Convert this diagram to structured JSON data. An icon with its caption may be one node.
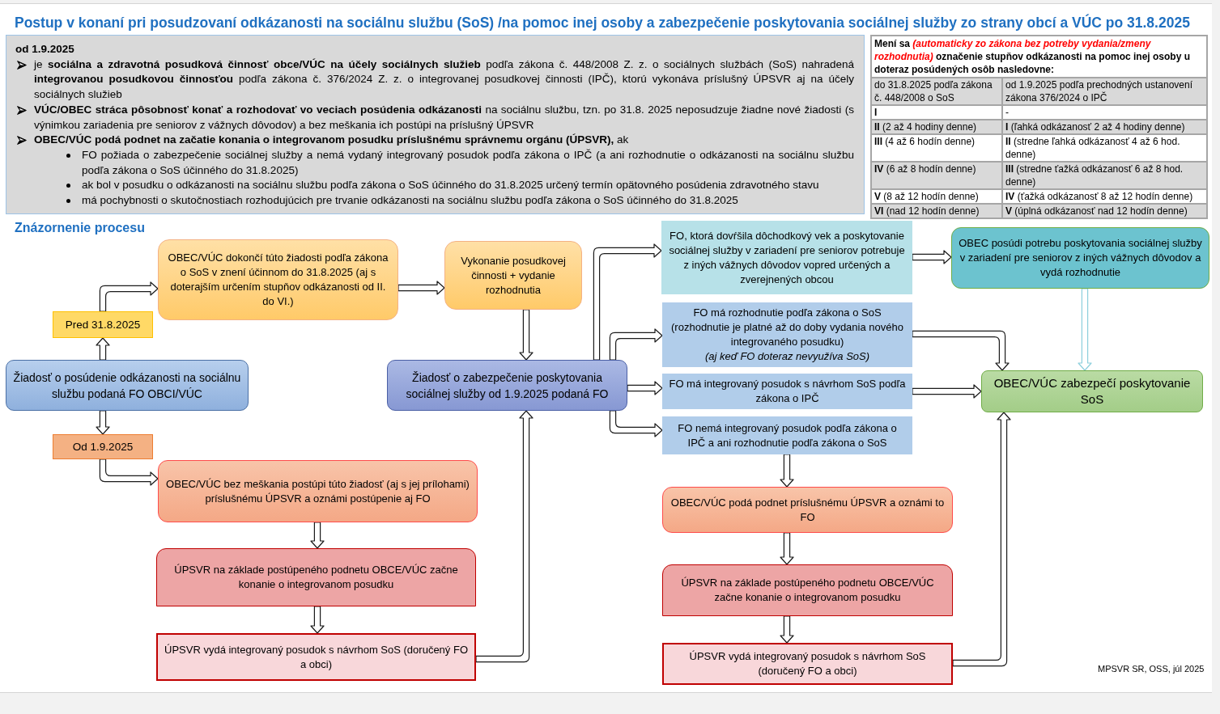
{
  "diagram": {
    "title": "Postup v konaní pri posudzovaní odkázanosti na sociálnu službu (SoS) /na pomoc inej osoby a zabezpečenie poskytovania sociálnej služby zo strany obcí a VÚC po 31.8.2025",
    "nodes": [
      {
        "text": [
          "od 1.9.2025",
          "je **sociálna a zdravotná posudková činnosť obce/VÚC na účely sociálnych služieb** podľa zákona č. 448/2008 Z. z. o sociálnych službách (SoS) nahradená **integrovanou posudkovou činnosťou** podľa zákona č. 376/2024 Z. z. o integrovanej posudkovej činnosti (IPČ), ktorú vykonáva príslušný ÚPSVR aj na účely sociálnych služieb",
          "**VÚC/OBEC stráca pôsobnosť konať a rozhodovať vo veciach posúdenia odkázanosti** na sociálnu službu, tzn. po 31.8. 2025 neposudzuje žiadne nové žiadosti (s výnimkou zariadenia pre seniorov z vážnych dôvodov) a bez meškania ich postúpi na príslušný ÚPSVR",
          "**OBEC/VÚC podá podnet na začatie konania o integrovanom posudku príslušnému správnemu orgánu (ÚPSVR),** ak",
          "FO požiada o zabezpečenie sociálnej služby a nemá vydaný integrovaný posudok podľa zákona o IPČ (a ani rozhodnutie o odkázanosti na sociálnu službu podľa zákona o SoS účinného do 31.8.2025)",
          "ak bol v posudku o odkázanosti na sociálnu službu podľa zákona o SoS účinného do 31.8.2025 určený termín opätovného posúdenia zdravotného stavu",
          "má pochybnosti o skutočnostiach rozhodujúcich pre trvanie odkázanosti na sociálnu službu podľa zákona o SoS účinného do 31.8.2025"
        ]
      },
      {
        "text": [
          "OBEC/VÚC dokončí túto žiadosti podľa zákona o SoS v znení účinnom do 31.8.2025 (aj s doterajším určením stupňov odkázanosti od II. do VI.)"
        ]
      },
      {
        "text": [
          "Vykonanie posudkovej činnosti + vydanie rozhodnutia"
        ]
      },
      {
        "text": [
          "FO, ktorá dovŕšila dôchodkový vek a poskytovanie sociálnej služby v zariadení pre seniorov potrebuje z iných vážnych dôvodov vopred určených a zverejnených obcou"
        ]
      },
      {
        "text": [
          "OBEC posúdi potrebu poskytovania sociálnej služby v zariadení pre seniorov z iných vážnych dôvodov a vydá rozhodnutie"
        ]
      },
      {
        "text": [
          "FO má rozhodnutie podľa zákona o SoS (rozhodnutie je platné až do doby vydania nového integrovaného posudku)",
          "(aj keď FO doteraz nevyužíva SoS)"
        ]
      },
      {
        "text": [
          "Pred 31.8.2025"
        ]
      },
      {
        "text": [
          "Žiadosť o posúdenie odkázanosti na sociálnu službu podaná FO OBCI/VÚC"
        ]
      },
      {
        "text": [
          "Žiadosť o zabezpečenie poskytovania sociálnej služby od 1.9.2025 podaná FO"
        ]
      },
      {
        "text": [
          "FO má integrovaný posudok s návrhom SoS podľa zákona o IPČ"
        ]
      },
      {
        "text": [
          "OBEC/VÚC zabezpečí poskytovanie SoS"
        ]
      },
      {
        "text": [
          "FO nemá integrovaný posudok podľa zákona o IPČ a ani rozhodnutie podľa zákona o SoS"
        ]
      },
      {
        "text": [
          "Od 1.9.2025"
        ]
      },
      {
        "text": [
          "OBEC/VÚC bez meškania postúpi túto žiadosť (aj s jej prílohami) príslušnému ÚPSVR a oznámi postúpenie aj FO"
        ]
      },
      {
        "text": [
          "OBEC/VÚC podá podnet príslušnému ÚPSVR a oznámi to FO"
        ]
      },
      {
        "text": [
          "ÚPSVR na základe postúpeného podnetu OBCE/VÚC začne konanie o integrovanom posudku"
        ]
      },
      {
        "text": [
          "ÚPSVR na základe postúpeného podnetu OBCE/VÚC začne konanie o integrovanom posudku"
        ]
      },
      {
        "text": [
          "ÚPSVR vydá integrovaný posudok s návrhom SoS (doručený FO a obci)"
        ]
      },
      {
        "text": [
          "ÚPSVR vydá integrovaný posudok s návrhom SoS (doručený FO a obci)"
        ]
      }
    ],
    "edges": [
      {
        "from": 7,
        "to": 6,
        "arrow": "to"
      },
      {
        "from": 6,
        "to": 1,
        "arrow": "to"
      },
      {
        "from": 1,
        "to": 2,
        "arrow": "to"
      },
      {
        "from": 2,
        "to": 8,
        "arrow": "to"
      },
      {
        "from": 7,
        "to": 12,
        "arrow": "to"
      },
      {
        "from": 12,
        "to": 13,
        "arrow": "to"
      },
      {
        "from": 13,
        "to": 15,
        "arrow": "to"
      },
      {
        "from": 15,
        "to": 17,
        "arrow": "to"
      },
      {
        "from": 17,
        "to": 8,
        "arrow": "to"
      },
      {
        "from": 8,
        "to": 3,
        "arrow": "to"
      },
      {
        "from": 8,
        "to": 5,
        "arrow": "to"
      },
      {
        "from": 8,
        "to": 9,
        "arrow": "to"
      },
      {
        "from": 8,
        "to": 11,
        "arrow": "to"
      },
      {
        "from": 3,
        "to": 4,
        "arrow": "to"
      },
      {
        "from": 4,
        "to": 10,
        "arrow": "to",
        "color": "#8ccfdc"
      },
      {
        "from": 5,
        "to": 10,
        "arrow": "to"
      },
      {
        "from": 9,
        "to": 10,
        "arrow": "to"
      },
      {
        "from": 11,
        "to": 14,
        "arrow": "to"
      },
      {
        "from": 14,
        "to": 16,
        "arrow": "to"
      },
      {
        "from": 16,
        "to": 18,
        "arrow": "to"
      },
      {
        "from": 18,
        "to": 10,
        "arrow": "to"
      }
    ],
    "labels": [
      "Mení sa *(automaticky zo zákona bez potreby vydania/zmeny rozhodnutia)* označenie stupňov odkázanosti na pomoc inej osoby u doteraz posúdených osôb nasledovne:",
      "do 31.8.2025 podľa zákona č. 448/2008 o SoS",
      "od 1.9.2025 podľa prechodných ustanovení zákona 376/2024 o IPČ",
      "**I**",
      "-",
      "**II** (2 až 4 hodiny denne)",
      "**I** (ľahká odkázanosť 2 až 4 hodiny denne)",
      "**III** (4 až 6 hodín denne)",
      "**II** (stredne ľahká odkázanosť 4 až 6 hod. denne)",
      "**IV** (6 až 8 hodín denne)",
      "**III** (stredne ťažká odkázanosť 6 až 8 hod. denne)",
      "**V** (8 až 12 hodín denne)",
      "**IV** (ťažká odkázanosť 8 až 12 hodín denne)",
      "**VI** (nad 12 hodín denne)",
      "**V** (úplná odkázanosť nad 12 hodín denne)",
      "Znázornenie procesu",
      "MPSVR SR, OSS, júl 2025"
    ]
  }
}
